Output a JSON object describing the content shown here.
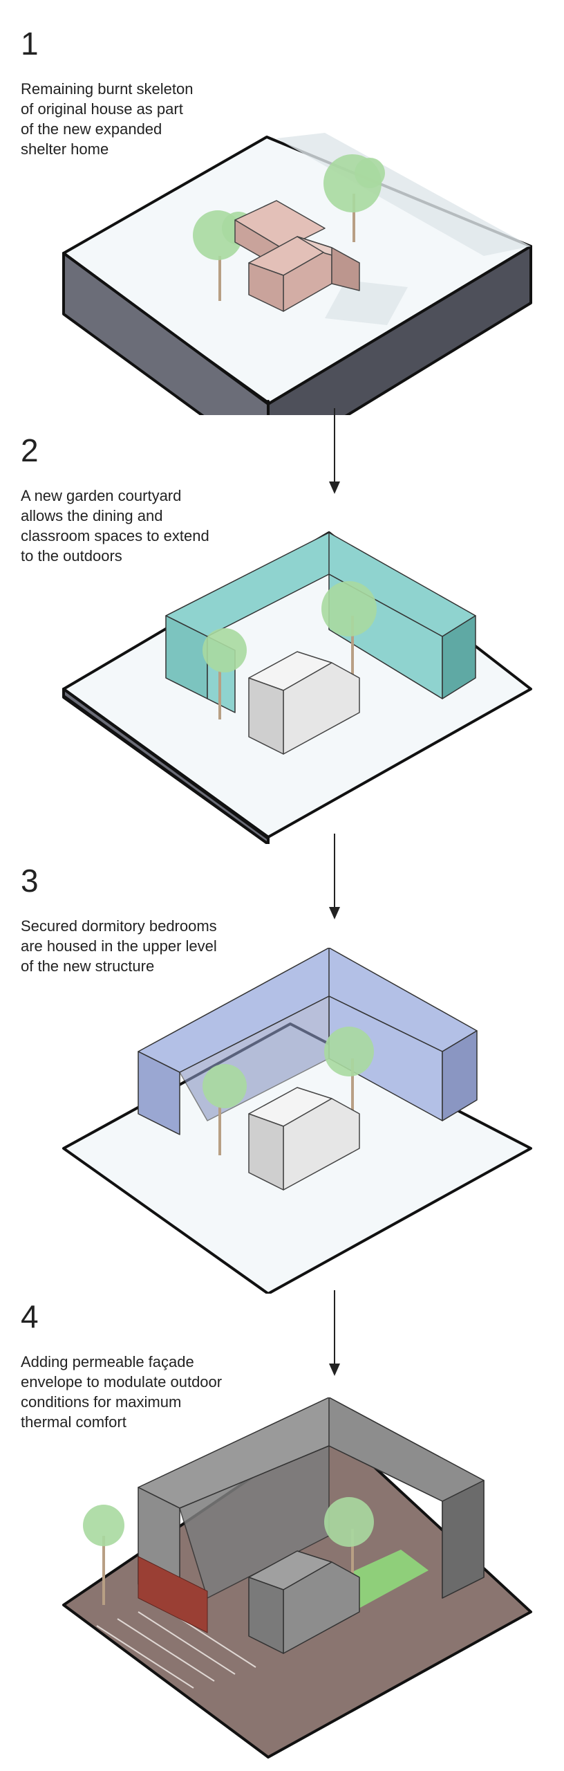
{
  "steps": [
    {
      "number": "1",
      "text": "Remaining burnt skeleton\nof original house as part\nof the new expanded\nshelter home"
    },
    {
      "number": "2",
      "text": "A new garden courtyard\nallows the dining and\nclassroom spaces to extend\nto the outdoors"
    },
    {
      "number": "3",
      "text": "Secured dormitory bedrooms\nare housed in the upper level\nof the new structure"
    },
    {
      "number": "4",
      "text": "Adding permeable façade\nenvelope to modulate outdoor\nconditions for maximum\nthermal comfort"
    }
  ],
  "colors": {
    "site_top": "#f4f8fa",
    "site_side_left": "#6b6d78",
    "site_side_right": "#4e505a",
    "house_pink": "#e3c0b8",
    "house_pink_dark": "#c9a39b",
    "house_white": "#f4f4f4",
    "house_white_dark": "#cfcfcf",
    "ell_teal": "#8fd3cf",
    "ell_teal_dark": "#5fa9a4",
    "roof_blue": "#b3c0e6",
    "roof_blue_dark": "#8a96c2",
    "facade_gray": "#8d8d8d",
    "facade_dark": "#6b6b6b",
    "brick_red": "#9a3f34",
    "courtyard_green": "#8fcf7a",
    "tree_green": "#a8d9a0",
    "deck_brown": "#8a7570",
    "arrow": "#222222"
  }
}
